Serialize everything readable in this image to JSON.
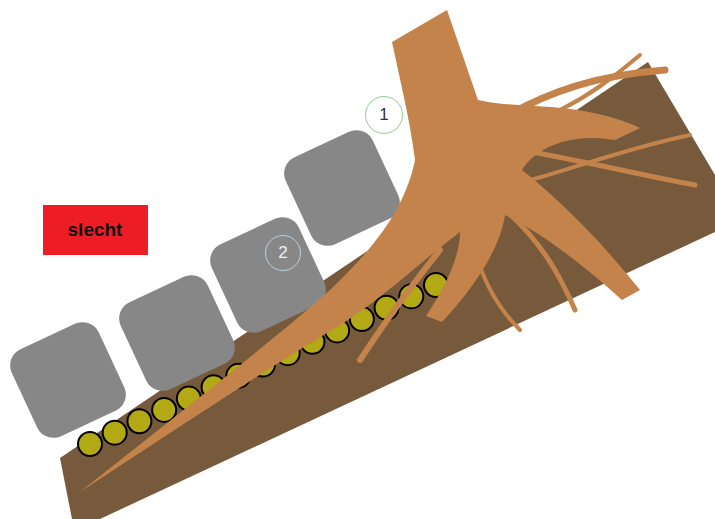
{
  "diagram": {
    "nodes": [
      {
        "text": [
          "1"
        ]
      },
      {
        "text": [
          "slecht"
        ]
      },
      {
        "text": [
          "2"
        ]
      }
    ]
  }
}
